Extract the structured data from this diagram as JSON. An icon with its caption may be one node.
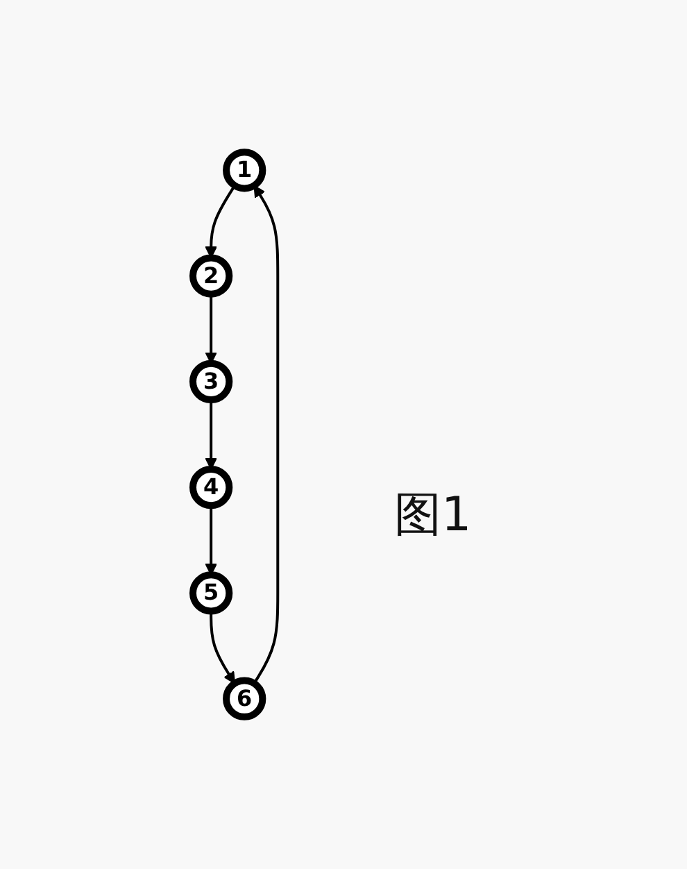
{
  "diagram": {
    "caption": "图1",
    "nodes": [
      {
        "text": [
          "1"
        ]
      },
      {
        "text": [
          "2"
        ]
      },
      {
        "text": [
          "3"
        ]
      },
      {
        "text": [
          "4"
        ]
      },
      {
        "text": [
          "5"
        ]
      },
      {
        "text": [
          "6"
        ]
      }
    ],
    "edges": [
      {
        "from": 0,
        "to": 1,
        "arrow": "to"
      },
      {
        "from": 1,
        "to": 2,
        "arrow": "to"
      },
      {
        "from": 2,
        "to": 3,
        "arrow": "to"
      },
      {
        "from": 3,
        "to": 4,
        "arrow": "to"
      },
      {
        "from": 4,
        "to": 5,
        "arrow": "to"
      },
      {
        "from": 5,
        "to": 0,
        "arrow": "to"
      }
    ]
  }
}
